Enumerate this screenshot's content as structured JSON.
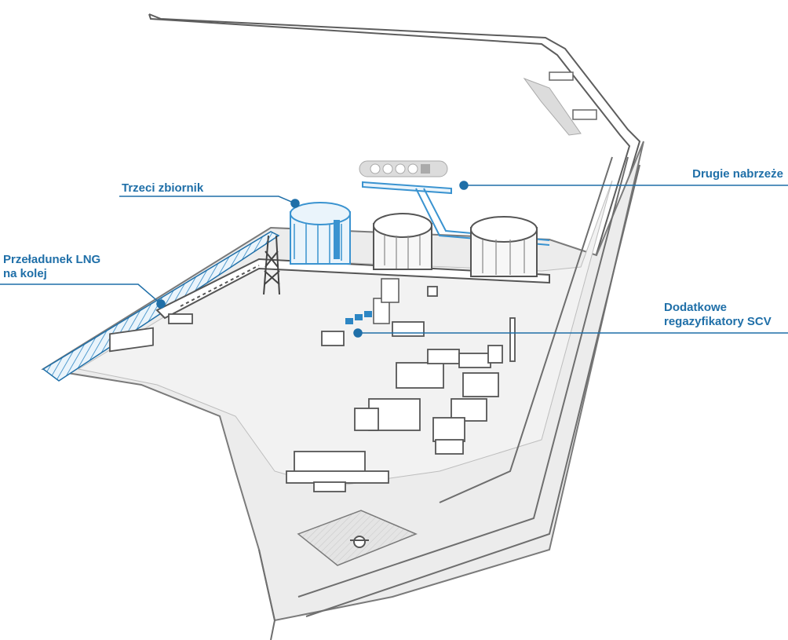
{
  "colors": {
    "accent": "#1f6fa8",
    "highlight": "#3a93d0",
    "outline": "#5d5d5d",
    "ground": "#ececec"
  },
  "labels": {
    "third_tank": "Trzeci zbiornik",
    "second_berth": "Drugie nabrzeże",
    "lng_rail_1": "Przeładunek LNG",
    "lng_rail_2": "na kolej",
    "scv_1": "Dodatkowe",
    "scv_2": "regazyfikatory SCV"
  }
}
